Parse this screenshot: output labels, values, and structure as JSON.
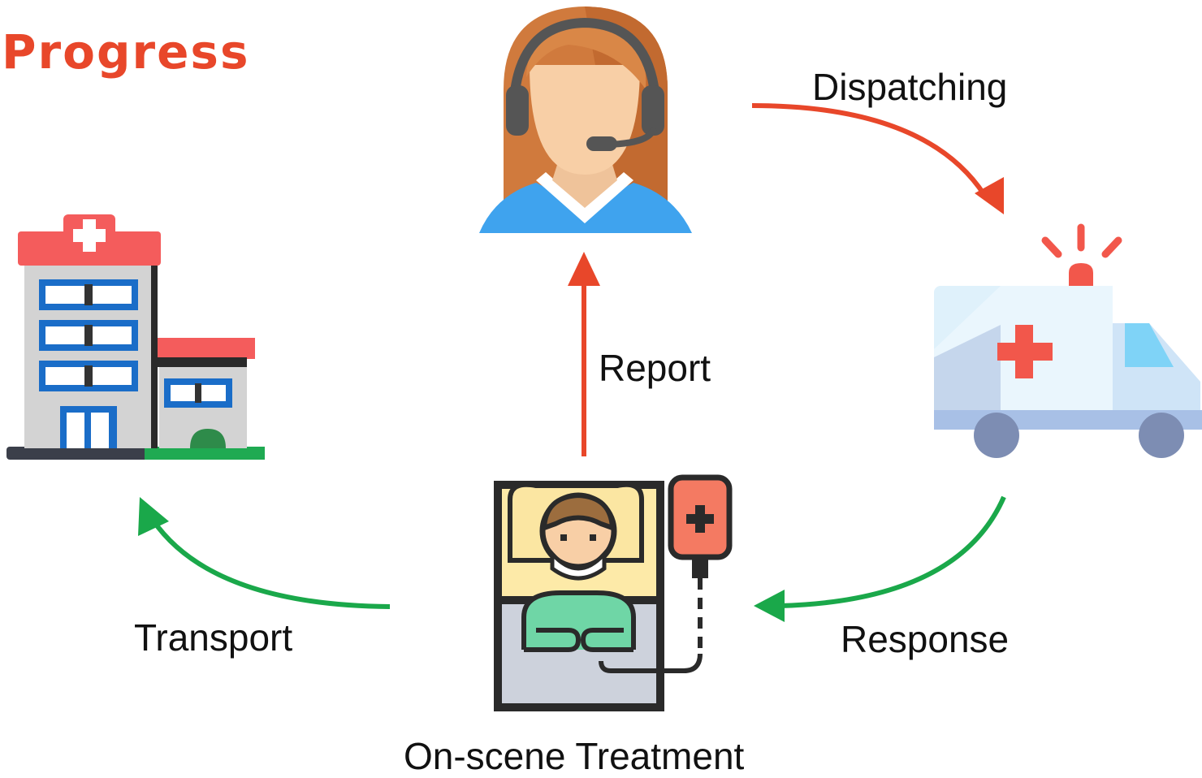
{
  "title": "Progress",
  "labels": {
    "dispatching": "Dispatching",
    "report": "Report",
    "transport": "Transport",
    "response": "Response",
    "on_scene": "On-scene Treatment"
  },
  "colors": {
    "title": "#e8472a",
    "arrow_red": "#e8472a",
    "arrow_green": "#1aa84a"
  },
  "icons": {
    "operator": "call-center-operator-icon",
    "ambulance": "ambulance-icon",
    "hospital": "hospital-icon",
    "patient": "patient-in-bed-icon"
  }
}
